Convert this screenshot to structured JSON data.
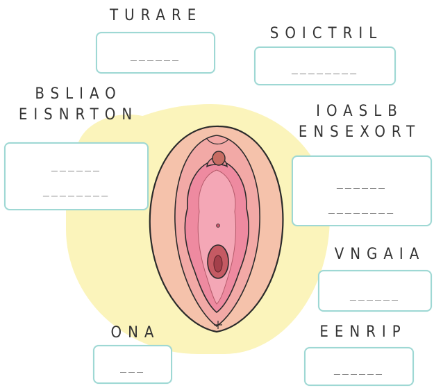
{
  "labels": {
    "urethra": {
      "text": "TURARE",
      "blank": "______"
    },
    "clitoris": {
      "text": "SOICTRIL",
      "blank": "________"
    },
    "labia_minora": {
      "text": "BSLIAO\nEISNRTON",
      "blank1": "______",
      "blank2": "________"
    },
    "labia_majora": {
      "text": "IOASLB\nENSEXORT",
      "blank1": "______",
      "blank2": "________"
    },
    "vagina": {
      "text": "VNGAIA",
      "blank": "______"
    },
    "anus": {
      "text": "ONA",
      "blank": "___"
    },
    "perineum": {
      "text": "EENRIP",
      "blank": "______"
    }
  },
  "colors": {
    "box_border": "#9ed8d4",
    "highlight": "#fbf4bb",
    "outer_skin": "#f3bda6",
    "inner_pink": "#f08ea4"
  }
}
